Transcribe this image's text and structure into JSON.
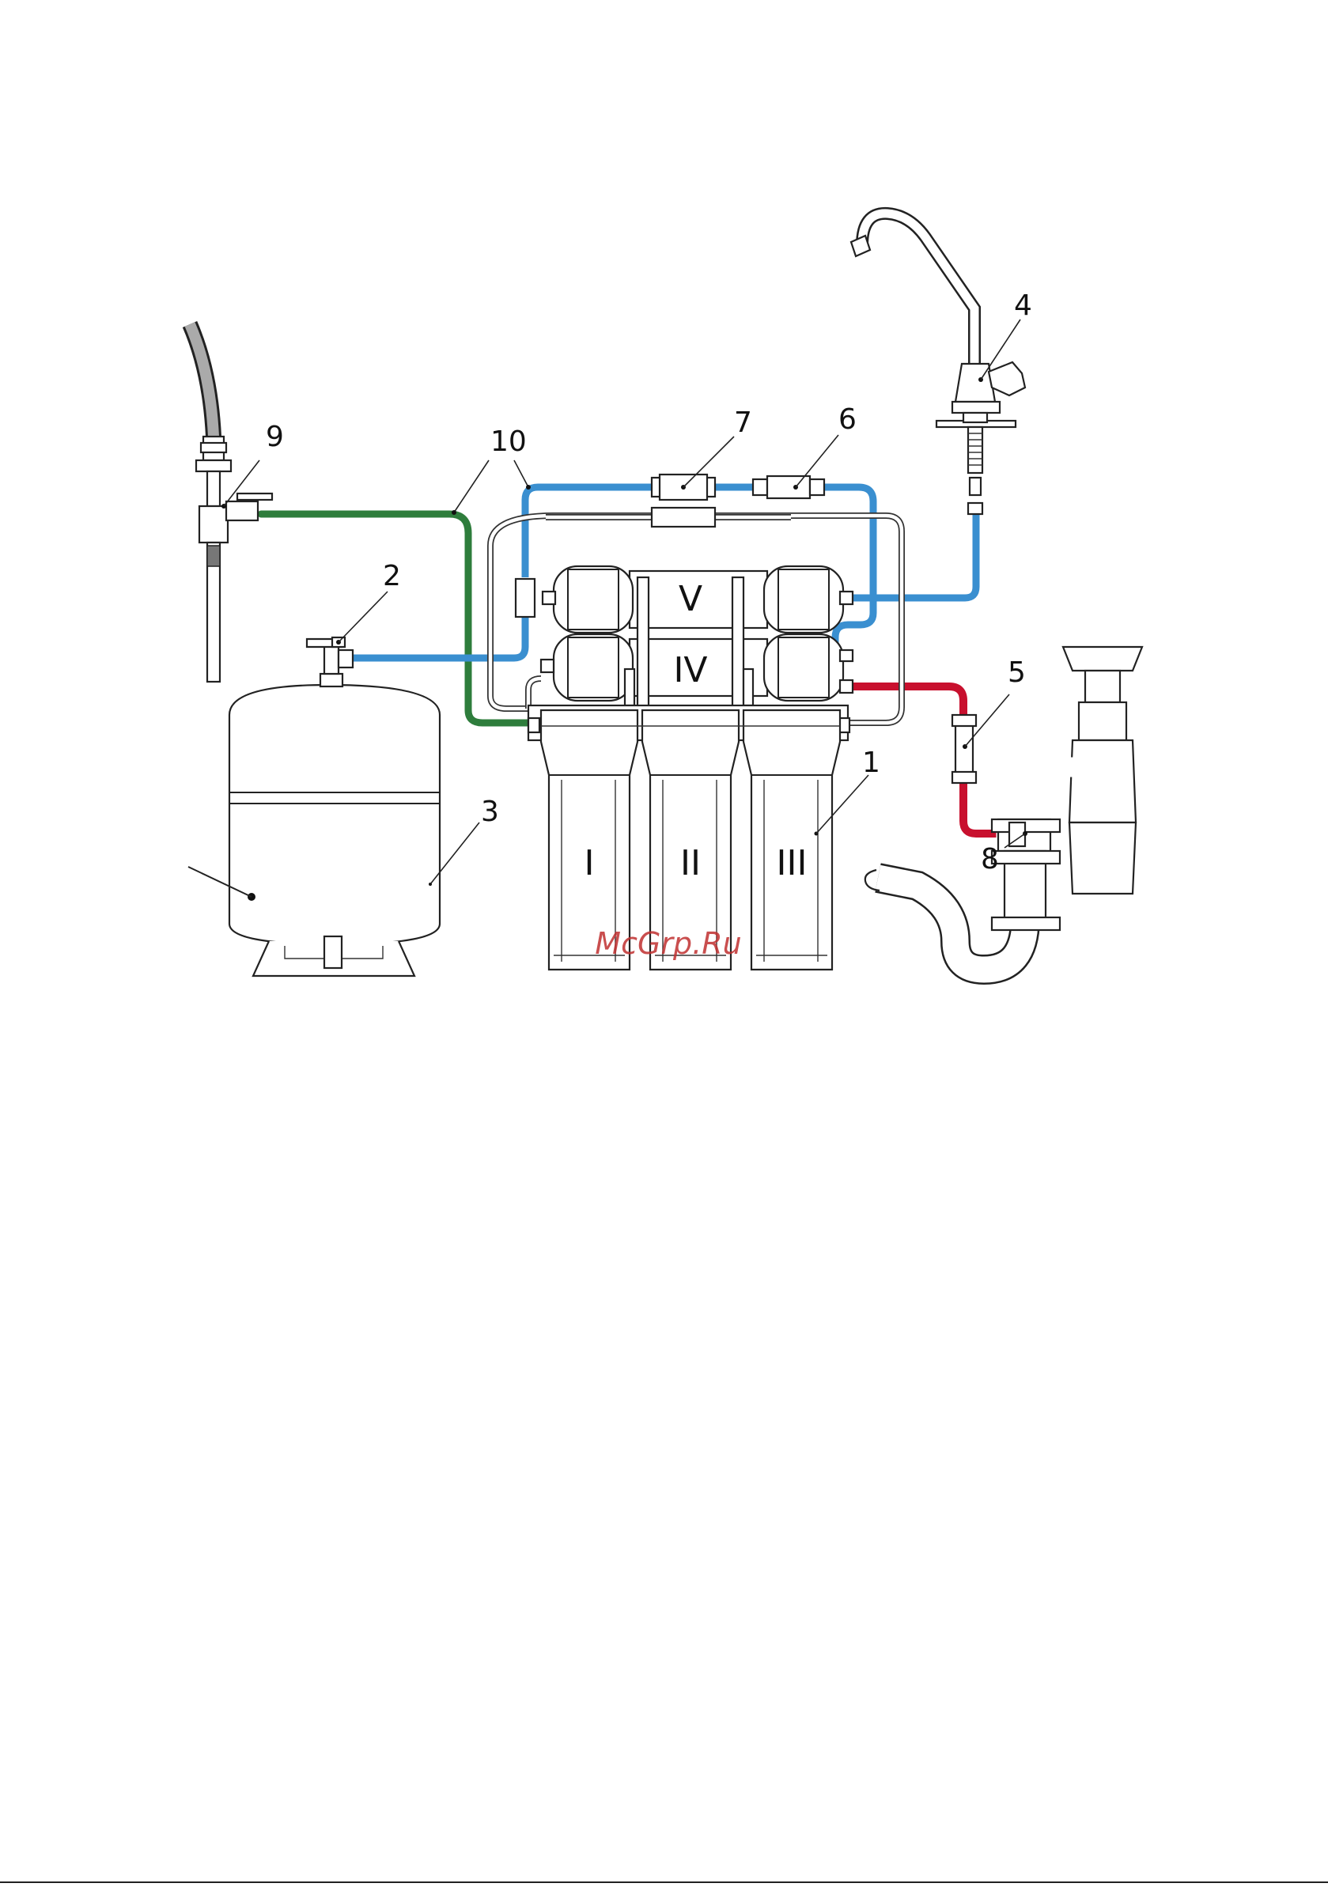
{
  "callouts": [
    "1",
    "2",
    "3",
    "4",
    "5",
    "6",
    "7",
    "8",
    "9",
    "10"
  ],
  "stage_labels": [
    "I",
    "II",
    "III",
    "IV",
    "V"
  ],
  "watermark": "McGrp.Ru",
  "colors": {
    "feed_line": "#2e7d3c",
    "filtered_line": "#3a8fd0",
    "drain_line": "#c8102e",
    "outline": "#222222"
  }
}
